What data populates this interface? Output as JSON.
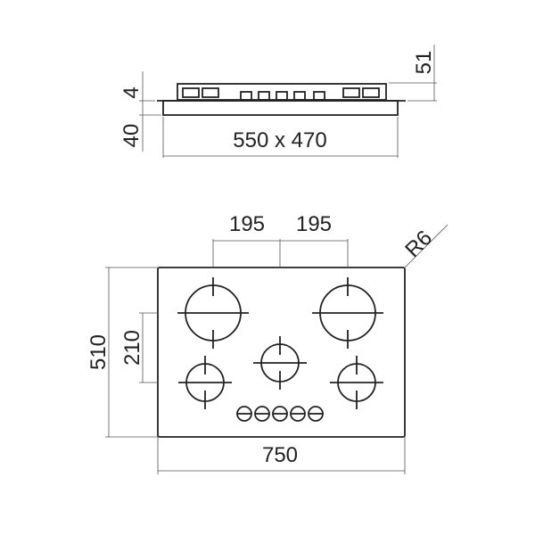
{
  "side_view": {
    "height_total": "51",
    "plate_thickness": "4",
    "body_depth": "40",
    "cutout": "550 x 470"
  },
  "top_view": {
    "burner_spacing_left": "195",
    "burner_spacing_right": "195",
    "corner_radius": "R6",
    "depth": "510",
    "rear_to_front_burner": "210",
    "width": "750",
    "burner_count": 5,
    "knob_count": 5
  },
  "colors": {
    "line": "#222222",
    "background": "#ffffff"
  }
}
